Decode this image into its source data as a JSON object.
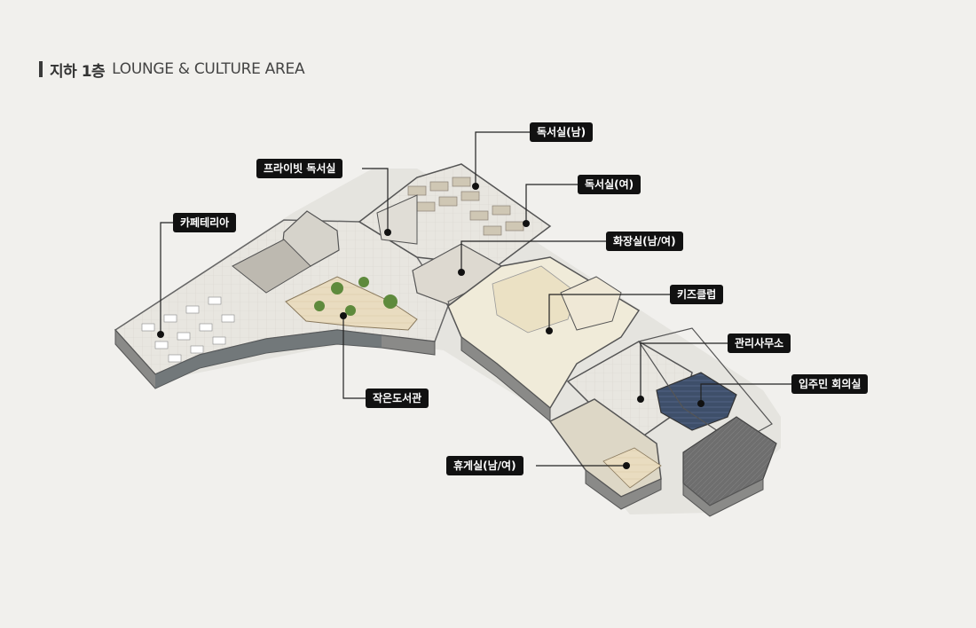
{
  "header": {
    "floor": "지하 1층",
    "area": "LOUNGE & CULTURE AREA"
  },
  "labels": {
    "reading_male": "독서실(남)",
    "private_reading": "프라이빗 독서실",
    "reading_female": "독서실(여)",
    "cafeteria": "카페테리아",
    "restroom": "화장실(남/여)",
    "kids_club": "키즈클럽",
    "management_office": "관리사무소",
    "resident_meeting_room": "입주민 회의실",
    "small_library": "작은도서관",
    "lounge": "휴게실(남/여)"
  },
  "colors": {
    "background": "#f1f0ed",
    "label_bg": "#111111",
    "label_text": "#ffffff",
    "leader": "#222222"
  }
}
